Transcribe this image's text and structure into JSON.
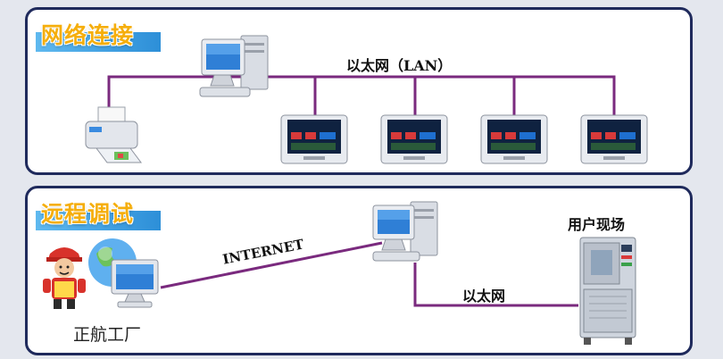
{
  "top_section": {
    "title": "网络连接",
    "lan_label": "以太网（LAN）"
  },
  "bottom_section": {
    "title": "远程调试",
    "internet_label": "INTERNET",
    "ethernet_label": "以太网",
    "factory_label": "正航工厂",
    "site_label": "用户现场"
  },
  "colors": {
    "wire": "#7a2a7e",
    "panel_border": "#1f2a5c",
    "title_text": "#f5ae0c",
    "title_bar": "#2d8fd8"
  },
  "icons": [
    "computer-icon",
    "printer-icon",
    "controller-icon",
    "worker-icon",
    "globe-icon",
    "monitor-icon",
    "test-chamber-icon"
  ]
}
